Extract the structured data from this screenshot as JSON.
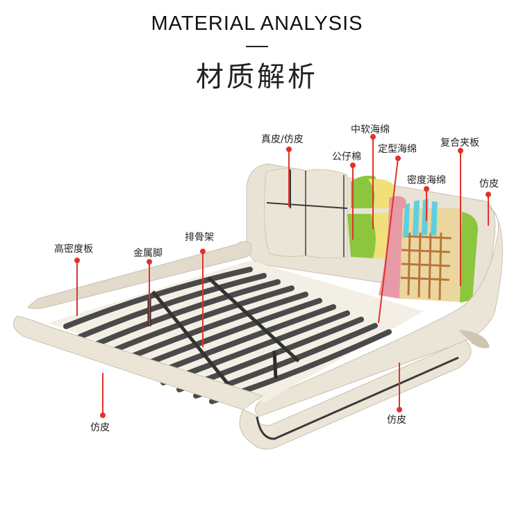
{
  "header": {
    "title_en": "MATERIAL ANALYSIS",
    "title_cn": "材质解析"
  },
  "labels": {
    "genuine_leather": "真皮/仿皮",
    "medium_soft_foam": "中软海绵",
    "polyester_cotton": "公仔棉",
    "shaped_foam": "定型海绵",
    "composite_board": "复合夹板",
    "density_foam": "密度海绵",
    "faux_leather_right": "仿皮",
    "high_density_board": "高密度板",
    "slat_frame": "排骨架",
    "metal_legs": "金属脚",
    "faux_leather_left": "仿皮",
    "faux_leather_bottom": "仿皮"
  },
  "colors": {
    "leather": "#ece6da",
    "piping": "#3a3a3a",
    "slat": "#4a4a4a",
    "foam_green": "#8cc63f",
    "foam_yellow": "#f1e07a",
    "foam_pink": "#e79aa5",
    "foam_cyan": "#5ecfe0",
    "plywood": "#ecd6a0",
    "grid_brown": "#b8763a",
    "marker_red": "#e0322a"
  }
}
